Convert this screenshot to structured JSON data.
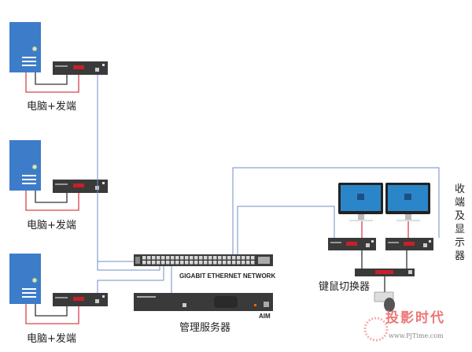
{
  "pc_groups": [
    {
      "label": "电脑+发端"
    },
    {
      "label": "电脑+发端"
    },
    {
      "label": "电脑+发端"
    }
  ],
  "switch": {
    "label": "GIGABIT ETHERNET NETWORK"
  },
  "server": {
    "device_label": "AIM",
    "label": "管理服务器"
  },
  "kvm": {
    "label": "键鼠切换器"
  },
  "receivers": {
    "label": "收端及显示器"
  },
  "watermark": {
    "text": "投影时代",
    "url": "www.PjTime.com"
  },
  "colors": {
    "tower": "#3d7cc9",
    "network": "#6d8fc6",
    "video": "#d9434b",
    "usb": "#333333",
    "device": "#3a3a3a",
    "led": "#c8202a"
  }
}
